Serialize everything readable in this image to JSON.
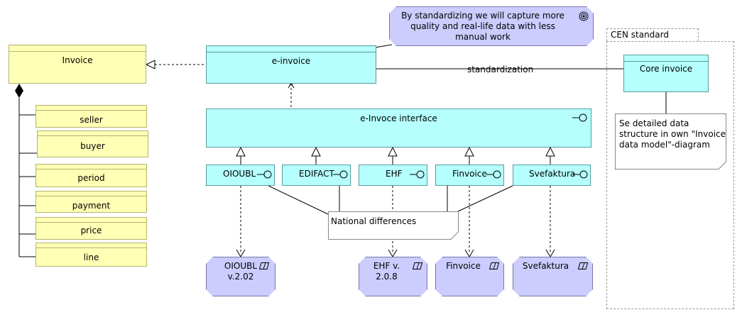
{
  "invoice": {
    "title": "Invoice",
    "parts": [
      "seller",
      "buyer",
      "period",
      "payment",
      "price",
      "line"
    ]
  },
  "einvoice": {
    "title": "e-invoice"
  },
  "interface": {
    "title": "e-Invoce interface"
  },
  "formats": [
    "OIOUBL",
    "EDIFACT",
    "EHF",
    "Finvoice",
    "Svefaktura"
  ],
  "artifacts": [
    {
      "line1": "OIOUBL",
      "line2": "v.2.02"
    },
    {
      "line1": "EHF v.",
      "line2": "2.0.8"
    },
    {
      "line1": "Finvoice",
      "line2": ""
    },
    {
      "line1": "Svefaktura",
      "line2": ""
    }
  ],
  "goal": {
    "line1": "By standardizing we will capture more",
    "line2": "quality and real-life data with less",
    "line3": "manual work"
  },
  "cen": {
    "group_label": "CEN standard",
    "core": "Core invoice",
    "note_line1": "Se detailed data",
    "note_line2": "structure in own \"Invoice",
    "note_line3": "data model\"-diagram"
  },
  "relation_label": "standardization",
  "national_note": "National differences",
  "colors": {
    "application": "#b5ffff",
    "business": "#ffffb5",
    "motivation": "#ccccff"
  }
}
